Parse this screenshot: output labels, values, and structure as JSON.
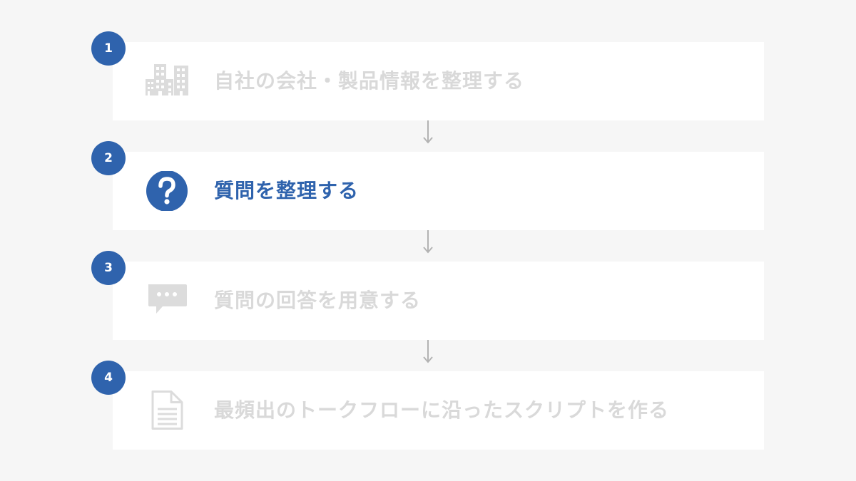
{
  "steps": [
    {
      "number": "1",
      "label": "自社の会社・製品情報を整理する",
      "icon": "office-building-icon",
      "active": false
    },
    {
      "number": "2",
      "label": "質問を整理する",
      "icon": "question-mark-icon",
      "active": true
    },
    {
      "number": "3",
      "label": "質問の回答を用意する",
      "icon": "speech-bubble-icon",
      "active": false
    },
    {
      "number": "4",
      "label": "最頻出のトークフローに沿ったスクリプトを作る",
      "icon": "document-icon",
      "active": false
    }
  ],
  "colors": {
    "background": "#f6f6f6",
    "card": "#ffffff",
    "accent": "#2f63ad",
    "inactive": "#d9d9d9",
    "arrow": "#b3b3b3"
  }
}
